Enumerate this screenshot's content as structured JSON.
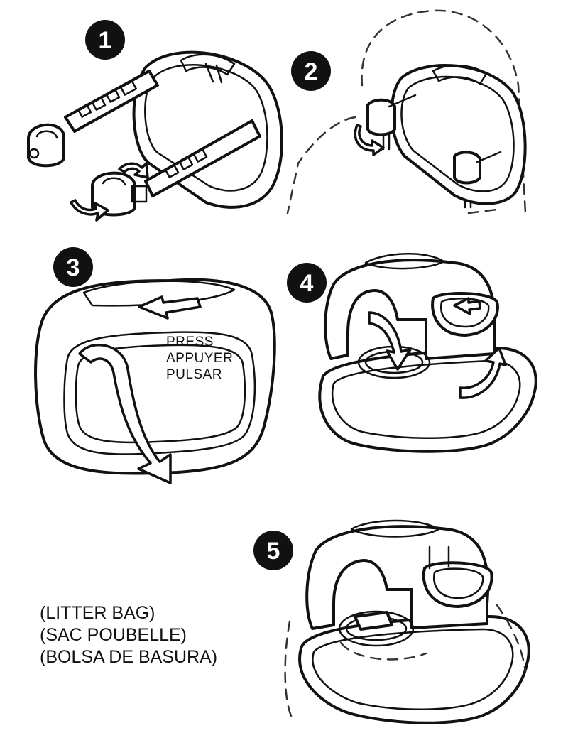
{
  "steps": [
    {
      "number": "1"
    },
    {
      "number": "2"
    },
    {
      "number": "3",
      "press_labels": [
        "PRESS",
        "APPUYER",
        "PULSAR"
      ]
    },
    {
      "number": "4"
    },
    {
      "number": "5"
    }
  ],
  "caption": {
    "lines": [
      "(LITTER BAG)",
      "(SAC POUBELLE)",
      "(BOLSA DE BASURA)"
    ]
  }
}
